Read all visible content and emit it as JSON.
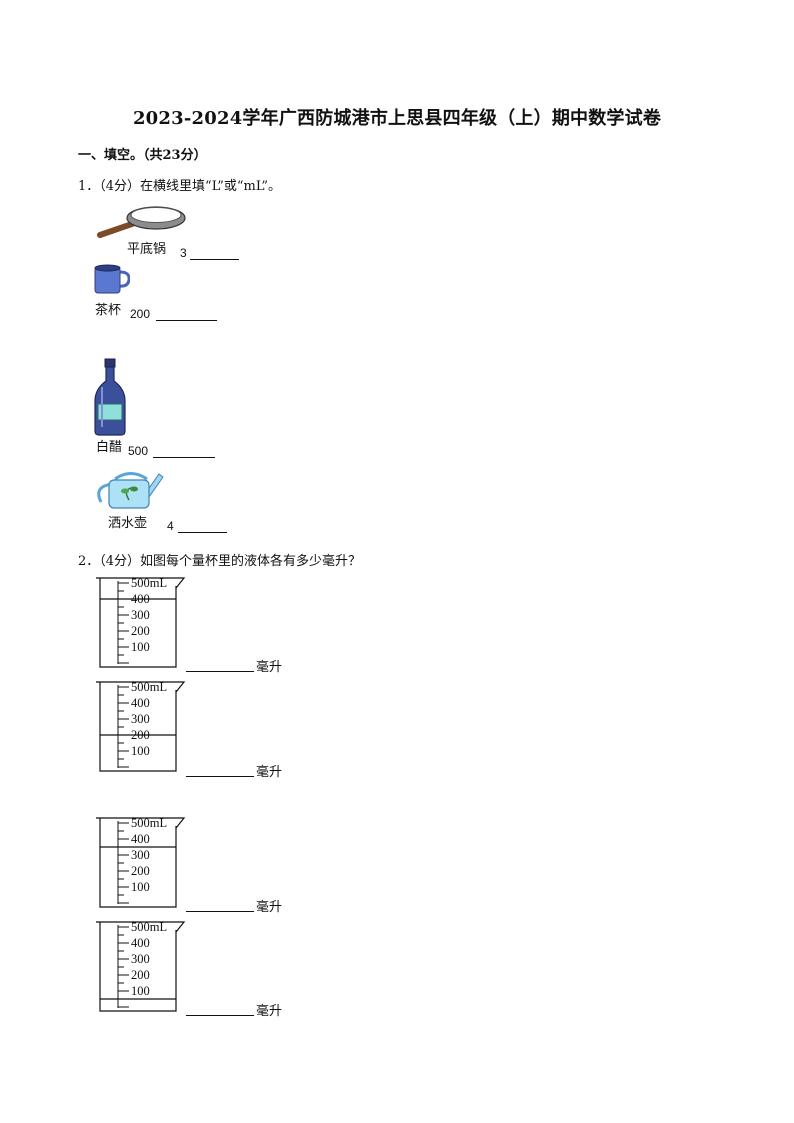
{
  "title": "2023-2024学年广西防城港市上思县四年级（上）期中数学试卷",
  "section1": "一、填空。（共23分）",
  "q1": {
    "prompt": "1．（4分）在横线里填“L”或“mL”。",
    "items": [
      {
        "name": "平底锅",
        "value": "3",
        "icon": "frying-pan-icon"
      },
      {
        "name": "茶杯",
        "value": "200",
        "icon": "mug-icon"
      },
      {
        "name": "白醋",
        "value": "500",
        "icon": "bottle-icon"
      },
      {
        "name": "洒水壶",
        "value": "4",
        "icon": "watering-can-icon"
      }
    ]
  },
  "q2": {
    "prompt": "2．（4分）如图每个量杯里的液体各有多少毫升？",
    "unit": "毫升",
    "scale": [
      "500mL",
      "400",
      "300",
      "200",
      "100"
    ],
    "cups": [
      {
        "fill_ml": 400
      },
      {
        "fill_ml": 200
      },
      {
        "fill_ml": 350
      },
      {
        "fill_ml": 50
      }
    ]
  }
}
